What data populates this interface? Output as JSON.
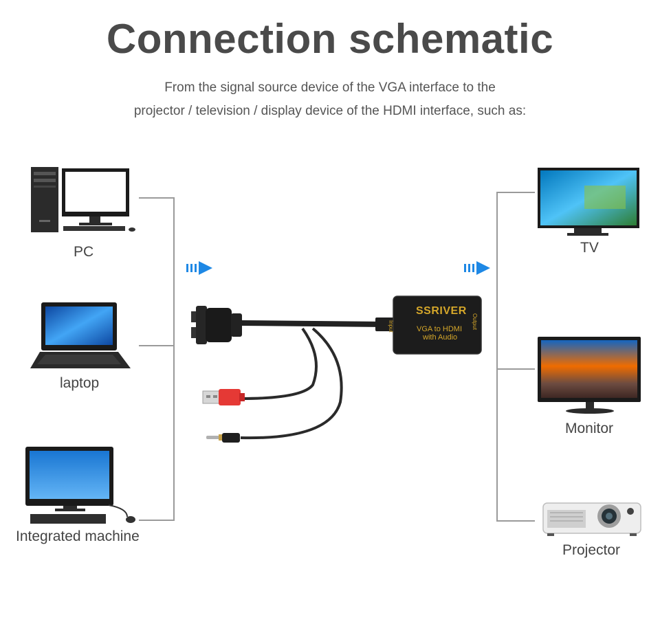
{
  "title": "Connection schematic",
  "subtitle_line1": "From the signal source device of the VGA interface to the",
  "subtitle_line2": "projector / television / display device of the HDMI interface, such as:",
  "sources": [
    {
      "label": "PC",
      "icon": "desktop-pc-icon"
    },
    {
      "label": "laptop",
      "icon": "laptop-icon"
    },
    {
      "label": "Integrated machine",
      "icon": "all-in-one-pc-icon"
    }
  ],
  "destinations": [
    {
      "label": "TV",
      "icon": "tv-icon"
    },
    {
      "label": "Monitor",
      "icon": "monitor-icon"
    },
    {
      "label": "Projector",
      "icon": "projector-icon"
    }
  ],
  "adapter": {
    "brand": "SSRIVER",
    "line1": "VGA to HDMI",
    "line2": "with Audio",
    "input_label": "Input",
    "output_label": "Output"
  },
  "colors": {
    "arrow_blue": "#1e88e5",
    "line_gray": "#9a9a9a",
    "brand_gold": "#d4a62a",
    "usb_red": "#e53935",
    "cable_black": "#222222"
  }
}
